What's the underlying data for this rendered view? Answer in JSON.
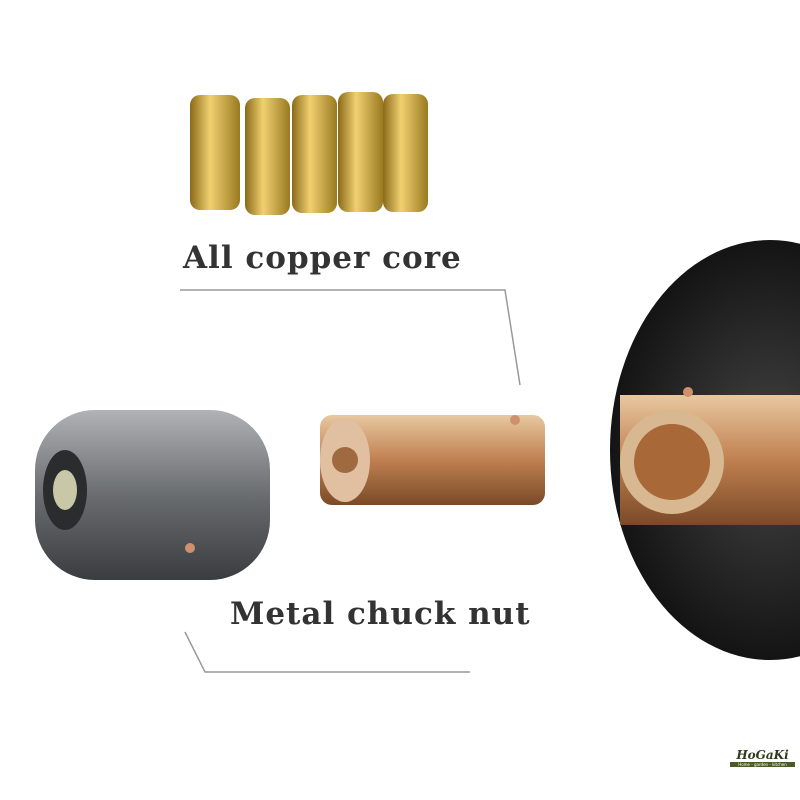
{
  "captions": {
    "copper_core": "All copper core",
    "chuck_nut": "Metal chuck nut"
  },
  "logo": {
    "name": "HoGaKi",
    "tagline": "Home - garden - kitchen"
  },
  "colors": {
    "brass": "#c9a03a",
    "copper": "#c88a55",
    "metal": "#6b6e72",
    "housing": "#1a1a1a"
  }
}
